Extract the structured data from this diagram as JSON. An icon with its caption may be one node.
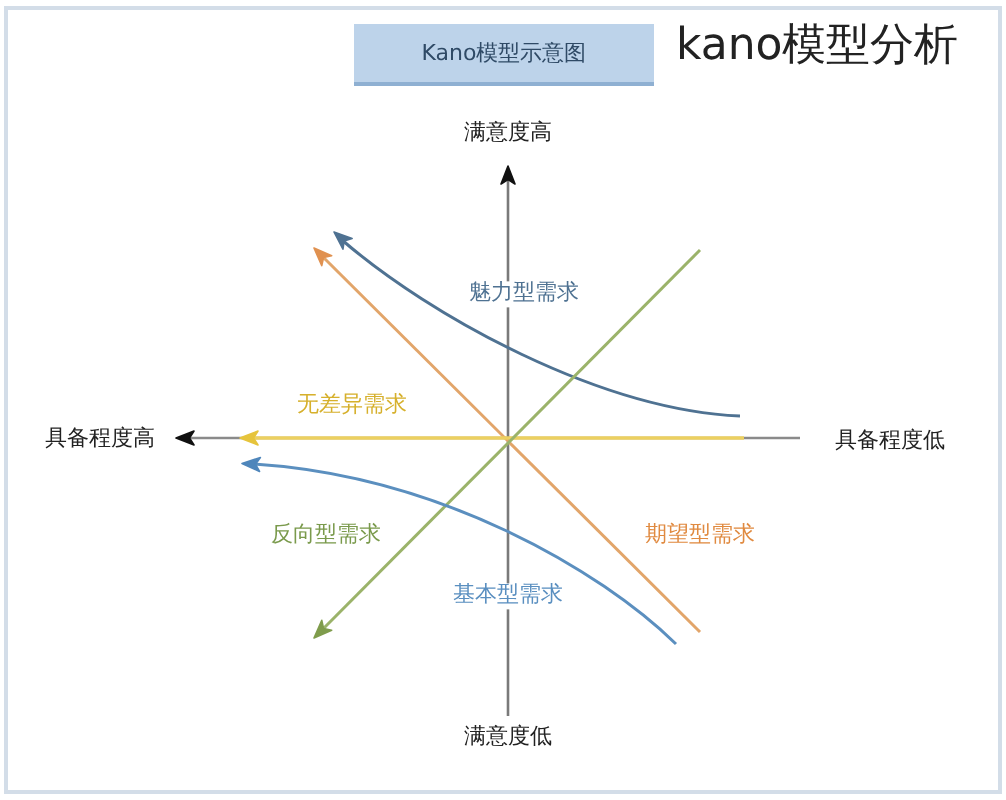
{
  "diagram": {
    "title": "Kano模型示意图",
    "labels": [
      "kano模型分析",
      "满意度高",
      "魅力型需求",
      "无差异需求",
      "具备程度高",
      "具备程度低",
      "反向型需求",
      "期望型需求",
      "基本型需求",
      "满意度低"
    ]
  }
}
